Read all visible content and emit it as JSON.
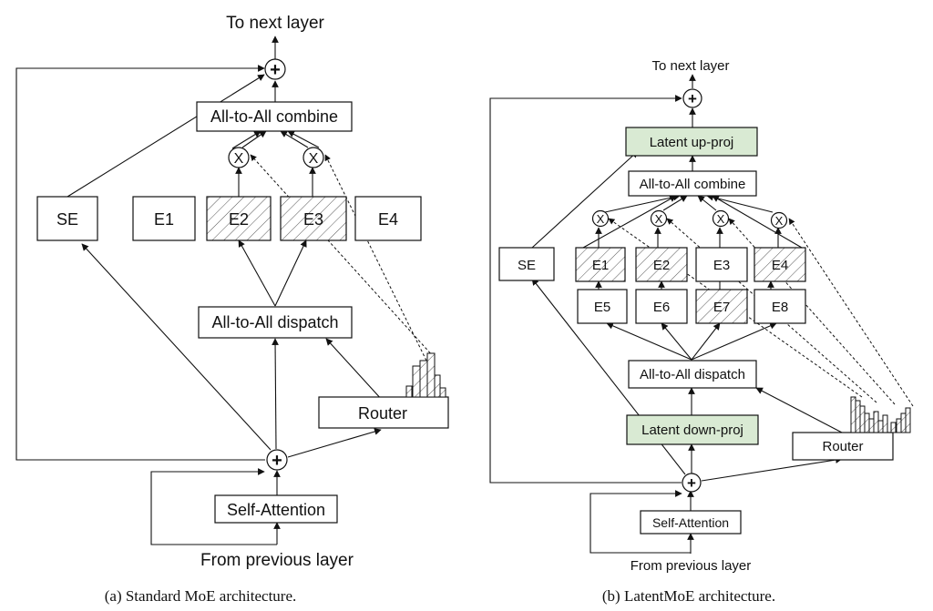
{
  "colors": {
    "latent_fill": "#d9ead3",
    "line": "#111111",
    "hatch": "#555555"
  },
  "icons": {
    "add": "plus-in-circle",
    "mul": "x-in-circle",
    "router_hist": "hatched-bar-histogram"
  },
  "panel_a": {
    "caption": "(a) Standard MoE architecture.",
    "to_next": "To next layer",
    "from_prev": "From previous layer",
    "combine": "All-to-All combine",
    "dispatch": "All-to-All dispatch",
    "router": "Router",
    "self_attention": "Self-Attention",
    "shared_expert": "SE",
    "experts": [
      "E1",
      "E2",
      "E3",
      "E4"
    ],
    "active_experts": [
      "E2",
      "E3"
    ],
    "add_symbol": "+",
    "mul_symbol": "X"
  },
  "panel_b": {
    "caption": "(b) LatentMoE architecture.",
    "to_next": "To next layer",
    "from_prev": "From previous layer",
    "up_proj": "Latent up-proj",
    "combine": "All-to-All combine",
    "dispatch": "All-to-All dispatch",
    "down_proj": "Latent down-proj",
    "router": "Router",
    "self_attention": "Self-Attention",
    "shared_expert": "SE",
    "experts_top": [
      "E1",
      "E2",
      "E3",
      "E4"
    ],
    "experts_bottom": [
      "E5",
      "E6",
      "E7",
      "E8"
    ],
    "active_experts": [
      "E1",
      "E2",
      "E4",
      "E7"
    ],
    "add_symbol": "+",
    "mul_symbol": "X"
  }
}
